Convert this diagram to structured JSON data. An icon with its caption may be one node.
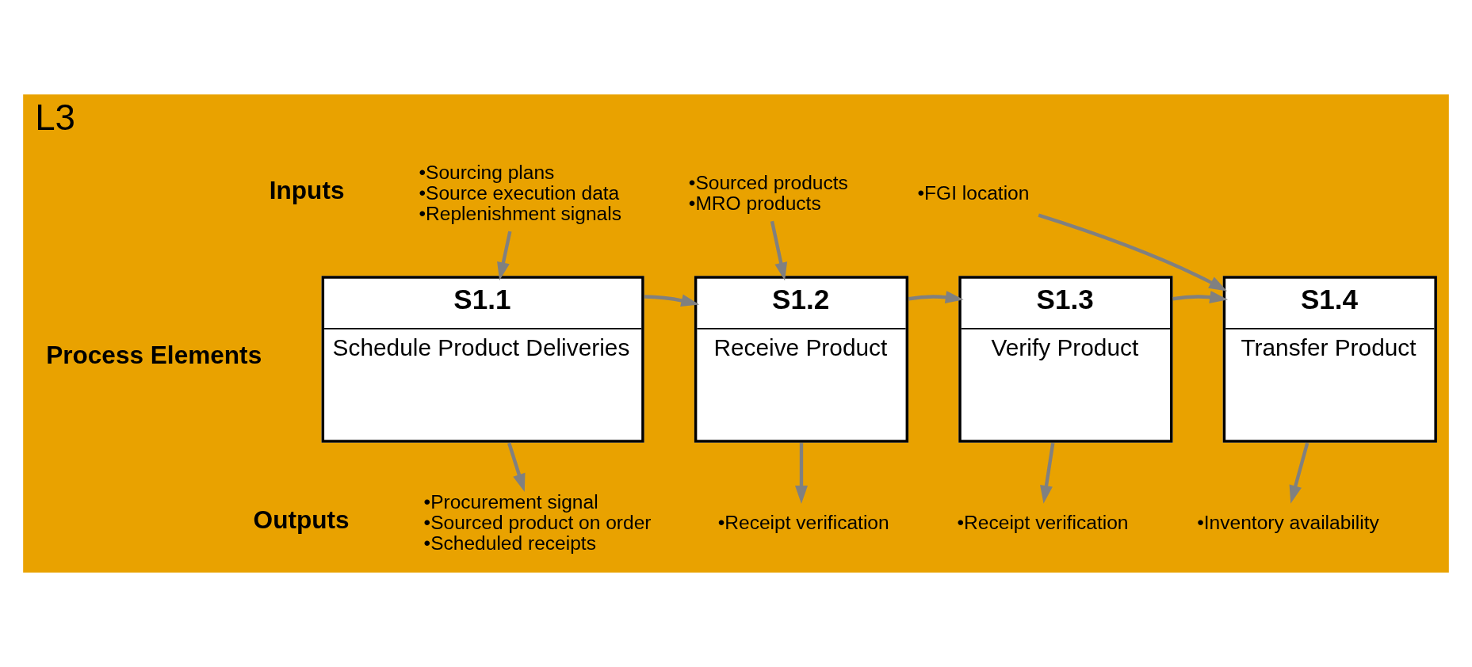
{
  "diagram": {
    "nodes": [
      {
        "text": [
          "L3"
        ]
      },
      {
        "text": [
          "•Sourcing plans",
          "•Source execution data",
          "•Replenishment signals"
        ],
        "in": 0
      },
      {
        "text": [
          "S1.1",
          "Schedule Product Deliveries"
        ],
        "in": 0
      },
      {
        "text": [
          "•Procurement signal",
          "•Sourced product on order",
          "•Scheduled receipts"
        ],
        "in": 0
      },
      {
        "text": [
          "•Sourced products",
          "•MRO products"
        ],
        "in": 0
      },
      {
        "text": [
          "S1.2",
          "Receive Product"
        ],
        "in": 0
      },
      {
        "text": [
          "•Receipt verification"
        ],
        "in": 0
      },
      {
        "text": [
          "S1.3",
          "Verify Product"
        ],
        "in": 0
      },
      {
        "text": [
          "•Receipt verification"
        ],
        "in": 0
      },
      {
        "text": [
          "•FGI location"
        ],
        "in": 0
      },
      {
        "text": [
          "S1.4",
          "Transfer Product"
        ],
        "in": 0
      },
      {
        "text": [
          "•Inventory availability"
        ],
        "in": 0
      }
    ],
    "edges": [
      {
        "from": 1,
        "to": 2,
        "arrow": "to"
      },
      {
        "from": 2,
        "to": 3,
        "arrow": "to"
      },
      {
        "from": 4,
        "to": 5,
        "arrow": "to"
      },
      {
        "from": 5,
        "to": 6,
        "arrow": "to"
      },
      {
        "from": 7,
        "to": 8,
        "arrow": "to"
      },
      {
        "from": 9,
        "to": 10,
        "arrow": "to"
      },
      {
        "from": 10,
        "to": 11,
        "arrow": "to"
      },
      {
        "from": 2,
        "to": 5,
        "arrow": "to"
      },
      {
        "from": 5,
        "to": 7,
        "arrow": "to"
      },
      {
        "from": 7,
        "to": 10,
        "arrow": "to"
      }
    ],
    "labels": [
      "Inputs",
      "Process Elements",
      "Outputs"
    ]
  }
}
